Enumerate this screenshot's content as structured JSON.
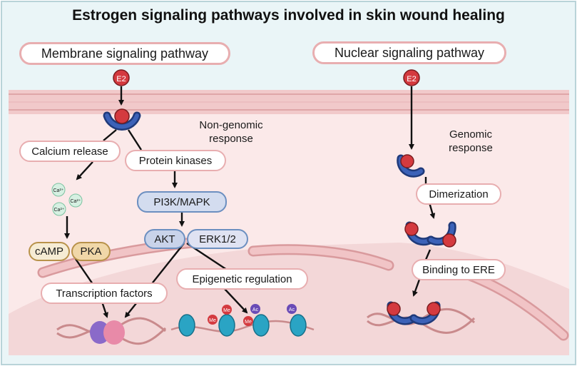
{
  "title": "Estrogen signaling pathways involved in skin wound healing",
  "membrane_pathway": "Membrane signaling pathway",
  "nuclear_pathway": "Nuclear signaling pathway",
  "e2": "E2",
  "non_genomic": "Non-genomic response",
  "genomic": "Genomic response",
  "calcium_release": "Calcium release",
  "protein_kinases": "Protein kinases",
  "pi3k_mapk": "PI3K/MAPK",
  "akt": "AKT",
  "erk": "ERK1/2",
  "camp": "cAMP",
  "pka": "PKA",
  "transcription_factors": "Transcription factors",
  "epigenetic_regulation": "Epigenetic regulation",
  "dimerization": "Dimerization",
  "binding_ere": "Binding to ERE",
  "ca_ion": "Ca²⁺",
  "me": "Me",
  "ac": "Ac",
  "colors": {
    "membrane": "#f0c8c9",
    "cytoplasm": "#fbe9e9",
    "nucleus": "#f4d9da",
    "receptor": "#2f4f9e",
    "ligand": "#d43a3f",
    "pill_border": "#e8aeb0",
    "kinase_fill": "#d3dcef",
    "camp_fill": "#f4e4c4"
  }
}
